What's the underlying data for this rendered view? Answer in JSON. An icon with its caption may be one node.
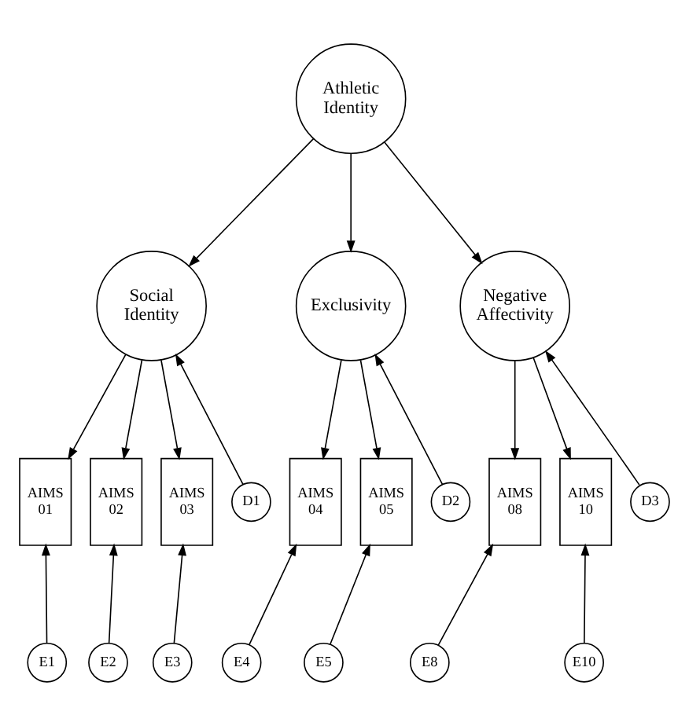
{
  "diagram": {
    "nodes": [
      {
        "text": [
          "Athletic Identity"
        ]
      },
      {
        "text": [
          "Social Identity"
        ]
      },
      {
        "text": [
          "Exclusivity"
        ]
      },
      {
        "text": [
          "Negative Affectivity"
        ]
      },
      {
        "text": [
          "D1"
        ]
      },
      {
        "text": [
          "D2"
        ]
      },
      {
        "text": [
          "D3"
        ]
      },
      {
        "text": [
          "AIMS 01"
        ]
      },
      {
        "text": [
          "AIMS 02"
        ]
      },
      {
        "text": [
          "AIMS 03"
        ]
      },
      {
        "text": [
          "AIMS 04"
        ]
      },
      {
        "text": [
          "AIMS 05"
        ]
      },
      {
        "text": [
          "AIMS 08"
        ]
      },
      {
        "text": [
          "AIMS 10"
        ]
      },
      {
        "text": [
          "E1"
        ]
      },
      {
        "text": [
          "E2"
        ]
      },
      {
        "text": [
          "E3"
        ]
      },
      {
        "text": [
          "E4"
        ]
      },
      {
        "text": [
          "E5"
        ]
      },
      {
        "text": [
          "E8"
        ]
      },
      {
        "text": [
          "E10"
        ]
      }
    ],
    "edges": [
      {
        "from": 0,
        "to": 1,
        "arrow": "to"
      },
      {
        "from": 0,
        "to": 2,
        "arrow": "to"
      },
      {
        "from": 0,
        "to": 3,
        "arrow": "to"
      },
      {
        "from": 4,
        "to": 1,
        "arrow": "to"
      },
      {
        "from": 1,
        "to": 7,
        "arrow": "to"
      },
      {
        "from": 1,
        "to": 8,
        "arrow": "to"
      },
      {
        "from": 1,
        "to": 9,
        "arrow": "to"
      },
      {
        "from": 5,
        "to": 2,
        "arrow": "to"
      },
      {
        "from": 2,
        "to": 10,
        "arrow": "to"
      },
      {
        "from": 2,
        "to": 11,
        "arrow": "to"
      },
      {
        "from": 6,
        "to": 3,
        "arrow": "to"
      },
      {
        "from": 3,
        "to": 12,
        "arrow": "to"
      },
      {
        "from": 3,
        "to": 13,
        "arrow": "to"
      },
      {
        "from": 14,
        "to": 7,
        "arrow": "to"
      },
      {
        "from": 15,
        "to": 8,
        "arrow": "to"
      },
      {
        "from": 16,
        "to": 9,
        "arrow": "to"
      },
      {
        "from": 17,
        "to": 10,
        "arrow": "to"
      },
      {
        "from": 18,
        "to": 11,
        "arrow": "to"
      },
      {
        "from": 19,
        "to": 12,
        "arrow": "to"
      },
      {
        "from": 20,
        "to": 13,
        "arrow": "to"
      }
    ]
  }
}
